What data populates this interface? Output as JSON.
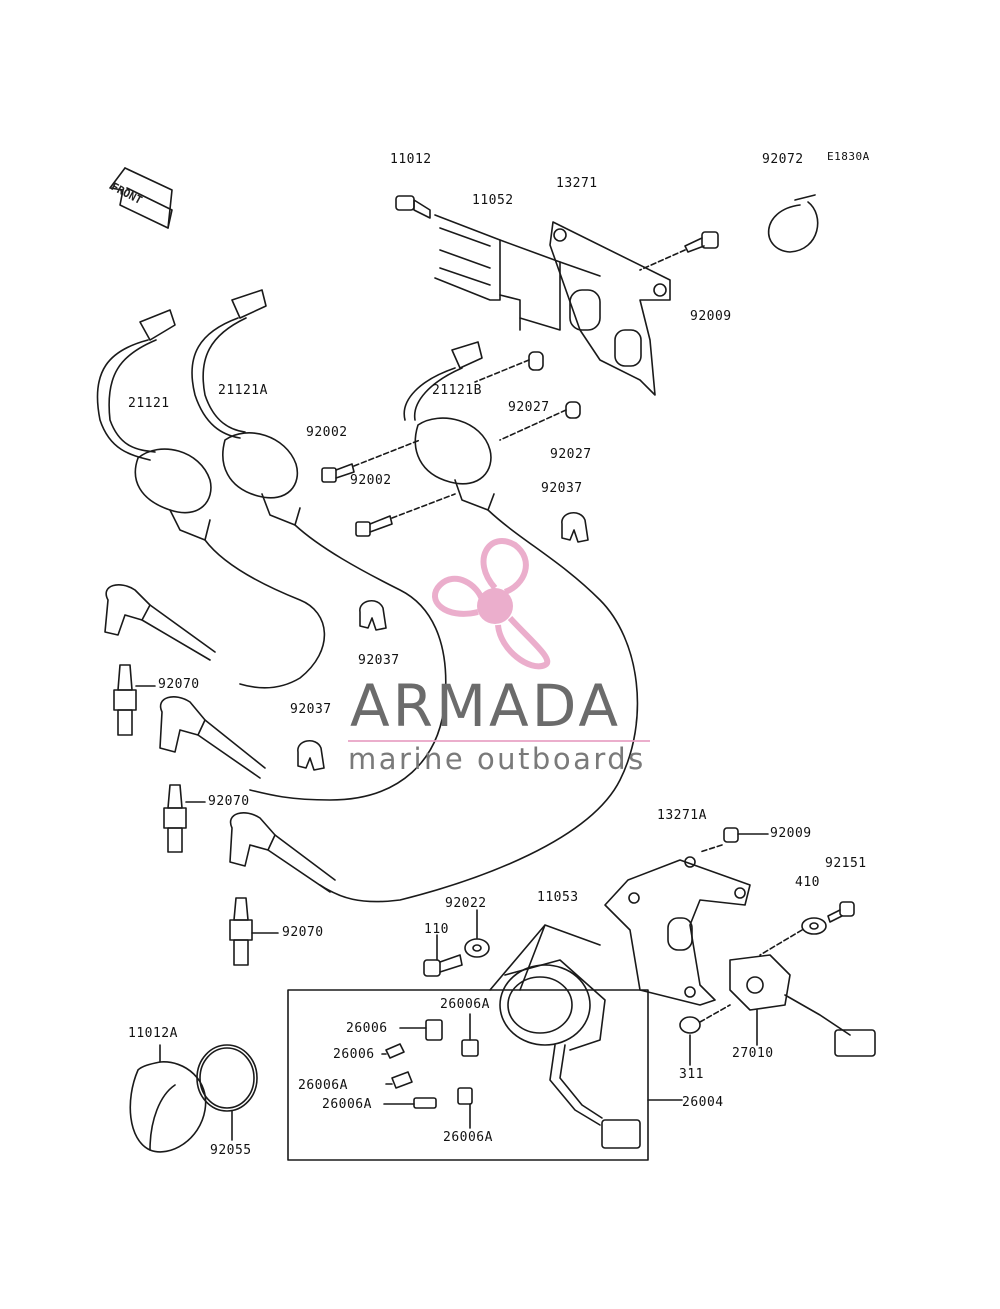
{
  "diagram_code": "E1830A",
  "front_label": "FRONT",
  "brand": {
    "name": "ARMADA",
    "tagline": "marine outboards",
    "accent": "#e8a0c4",
    "text_color": "#6b6b6b"
  },
  "parts": [
    {
      "id": "11012",
      "label": "11012"
    },
    {
      "id": "11052",
      "label": "11052"
    },
    {
      "id": "13271",
      "label": "13271"
    },
    {
      "id": "92072",
      "label": "92072"
    },
    {
      "id": "92009a",
      "label": "92009"
    },
    {
      "id": "21121",
      "label": "21121"
    },
    {
      "id": "21121A",
      "label": "21121A"
    },
    {
      "id": "21121B",
      "label": "21121B"
    },
    {
      "id": "92027a",
      "label": "92027"
    },
    {
      "id": "92027b",
      "label": "92027"
    },
    {
      "id": "92002a",
      "label": "92002"
    },
    {
      "id": "92002b",
      "label": "92002"
    },
    {
      "id": "92037a",
      "label": "92037"
    },
    {
      "id": "92037b",
      "label": "92037"
    },
    {
      "id": "92037c",
      "label": "92037"
    },
    {
      "id": "92070a",
      "label": "92070"
    },
    {
      "id": "92070b",
      "label": "92070"
    },
    {
      "id": "92070c",
      "label": "92070"
    },
    {
      "id": "13271A",
      "label": "13271A"
    },
    {
      "id": "92009b",
      "label": "92009"
    },
    {
      "id": "92151",
      "label": "92151"
    },
    {
      "id": "410",
      "label": "410"
    },
    {
      "id": "11053",
      "label": "11053"
    },
    {
      "id": "92022",
      "label": "92022"
    },
    {
      "id": "110",
      "label": "110"
    },
    {
      "id": "26006Aa",
      "label": "26006A"
    },
    {
      "id": "26006a",
      "label": "26006"
    },
    {
      "id": "26006b",
      "label": "26006"
    },
    {
      "id": "26006Ab",
      "label": "26006A"
    },
    {
      "id": "26006Ac",
      "label": "26006A"
    },
    {
      "id": "26006Ad",
      "label": "26006A"
    },
    {
      "id": "311",
      "label": "311"
    },
    {
      "id": "27010",
      "label": "27010"
    },
    {
      "id": "26004",
      "label": "26004"
    },
    {
      "id": "11012A",
      "label": "11012A"
    },
    {
      "id": "92055",
      "label": "92055"
    }
  ]
}
